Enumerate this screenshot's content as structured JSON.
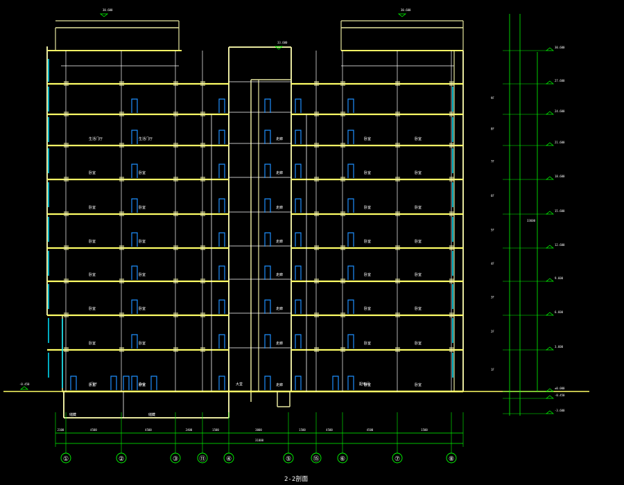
{
  "drawing": {
    "title": "2-2剖面",
    "colors": {
      "background": "#000000",
      "wall": "#e8e8a0",
      "slab": "#ffff66",
      "thin": "#ffffff",
      "glass": "#00e5ff",
      "door": "#1e90ff",
      "dimension": "#00ff00"
    },
    "axes": [
      "①",
      "②",
      "③",
      "⑪",
      "④",
      "⑤",
      "⑮",
      "⑥",
      "⑦",
      "⑧"
    ],
    "bottom_dims": [
      "2100",
      "4500",
      "4500",
      "2400",
      "1500",
      "3000",
      "1500",
      "4500",
      "4500",
      "1500"
    ],
    "total_dim": "31800",
    "floor_marks": [
      "1F",
      "2F",
      "3F",
      "4F",
      "5F",
      "6F",
      "7F",
      "8F",
      "9F"
    ],
    "elevations": [
      "±0.000",
      "3.600",
      "6.600",
      "9.600",
      "12.600",
      "15.600",
      "18.600",
      "21.600",
      "24.600",
      "27.600",
      "30.600",
      "-0.450",
      "-3.600"
    ],
    "room_labels_left": [
      "生活门厅",
      "卧室",
      "卧室",
      "卧室",
      "卧室",
      "卧室",
      "卧室",
      "卧室"
    ],
    "room_labels_right": [
      "卧室",
      "卧室",
      "卧室",
      "卧室",
      "卧室",
      "卧室",
      "卧室",
      "卧室"
    ],
    "corridor_labels": [
      "走廊",
      "走廊",
      "走廊",
      "走廊",
      "走廊",
      "走廊",
      "走廊",
      "走廊"
    ],
    "basement_labels": [
      "储藏",
      "储藏"
    ],
    "ground_labels": [
      "门厅",
      "办公",
      "大堂",
      "配电间"
    ],
    "top_marks": [
      "30.600",
      "30.600",
      "33.600"
    ],
    "total_height": "33600"
  }
}
